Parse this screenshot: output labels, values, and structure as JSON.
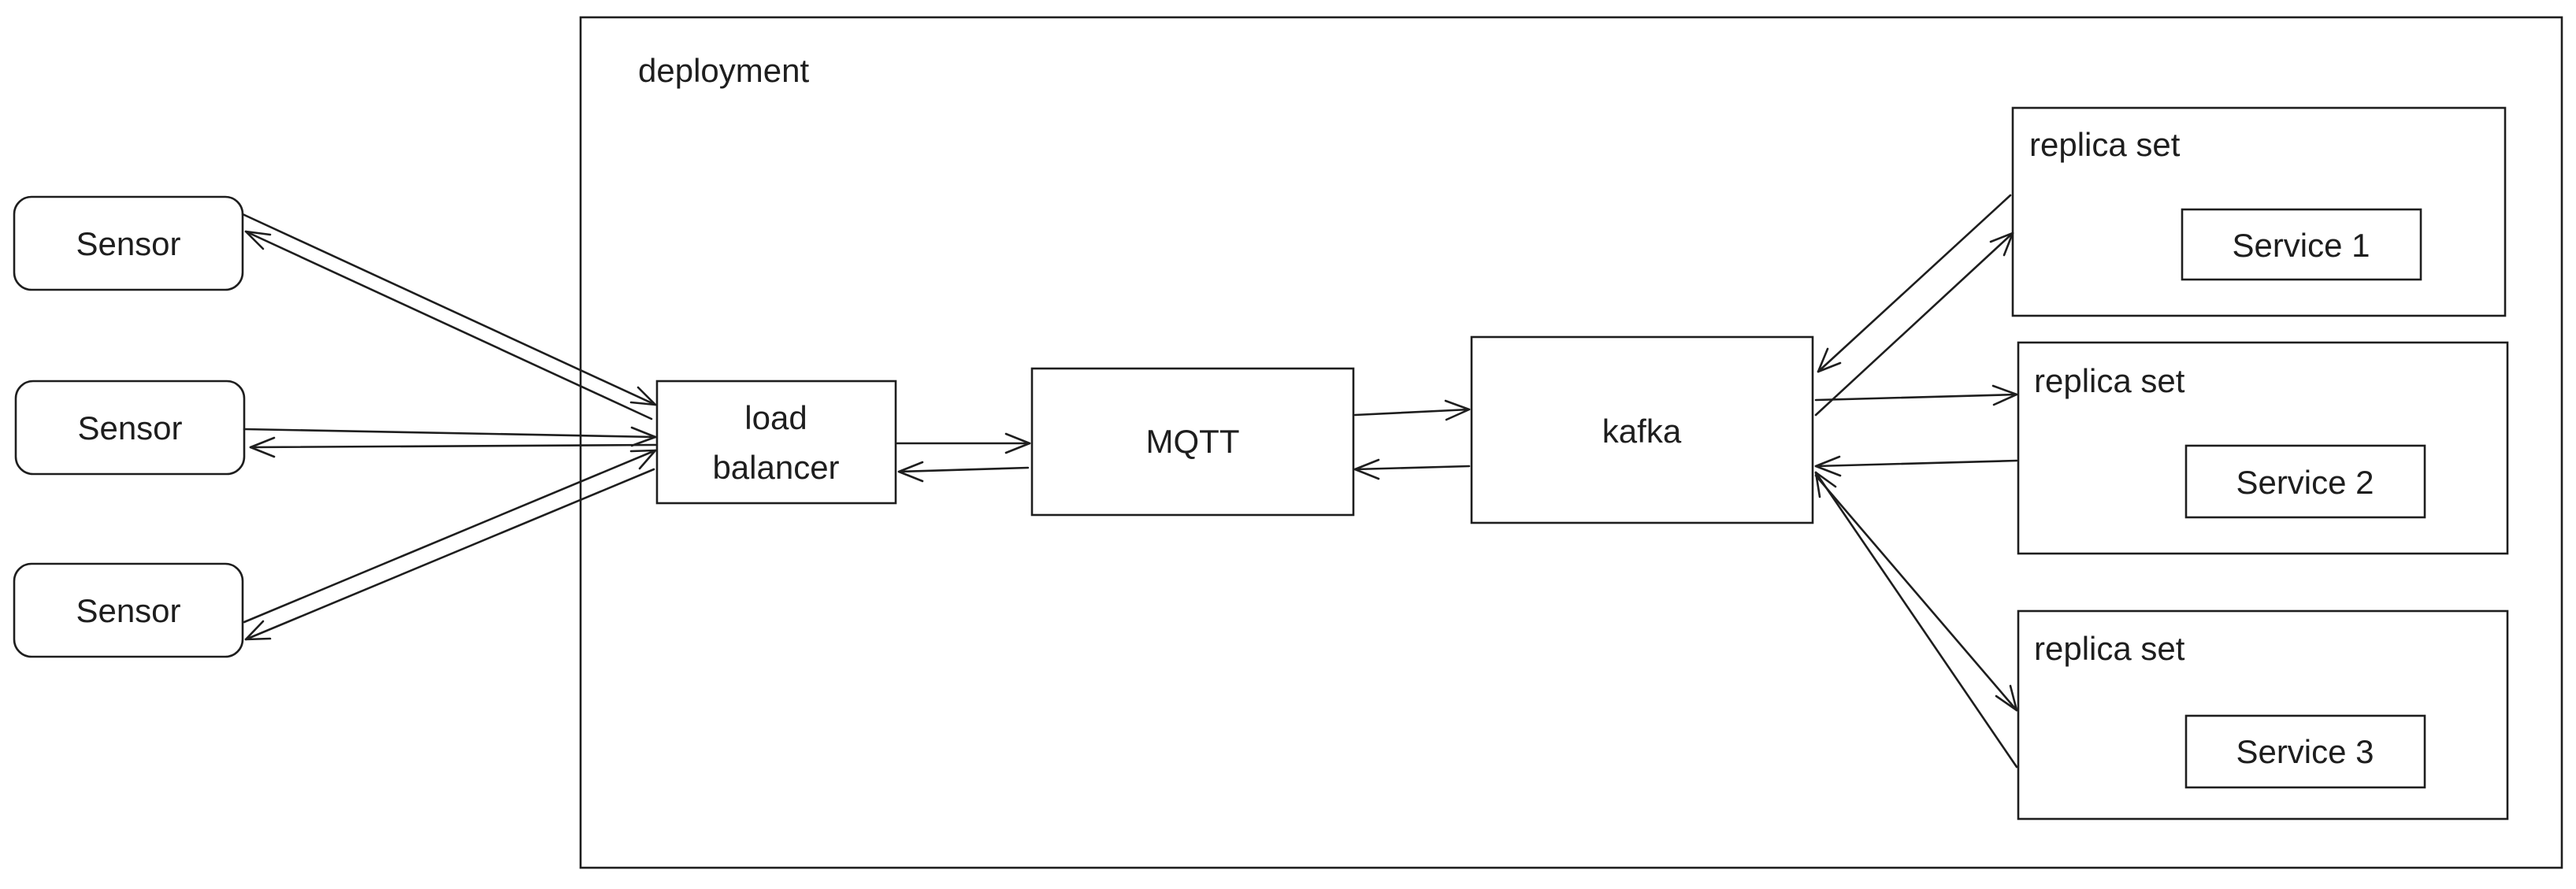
{
  "diagram": {
    "deployment_label": "deployment",
    "sensors": [
      "Sensor",
      "Sensor",
      "Sensor"
    ],
    "load_balancer": [
      "load",
      "balancer"
    ],
    "mqtt": "MQTT",
    "kafka": "kafka",
    "replica_sets": [
      {
        "label": "replica set",
        "service": "Service 1"
      },
      {
        "label": "replica set",
        "service": "Service 2"
      },
      {
        "label": "replica set",
        "service": "Service 3"
      }
    ]
  }
}
